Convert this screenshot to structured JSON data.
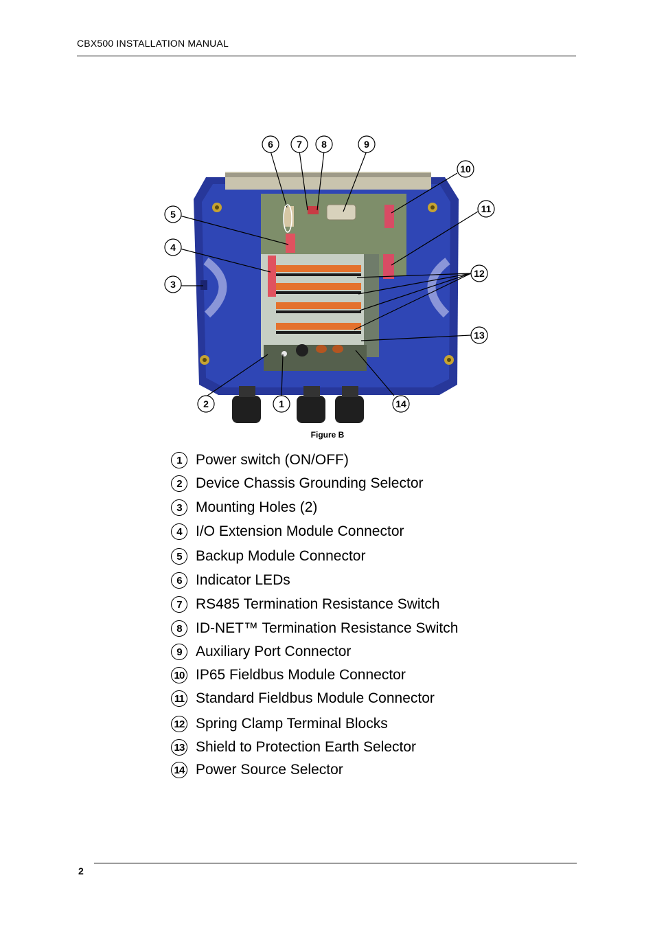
{
  "header": {
    "title": "CBX500 INSTALLATION MANUAL"
  },
  "figure": {
    "caption": "Figure B",
    "callouts": [
      "1",
      "2",
      "3",
      "4",
      "5",
      "6",
      "7",
      "8",
      "9",
      "10",
      "11",
      "12",
      "13",
      "14"
    ]
  },
  "legend": [
    {
      "num": "1",
      "text": "Power switch (ON/OFF)"
    },
    {
      "num": "2",
      "text": "Device Chassis Grounding Selector"
    },
    {
      "num": "3",
      "text": "Mounting Holes (2)"
    },
    {
      "num": "4",
      "text": "I/O Extension Module Connector"
    },
    {
      "num": "5",
      "text": "Backup Module Connector"
    },
    {
      "num": "6",
      "text": "Indicator LEDs"
    },
    {
      "num": "7",
      "text": "RS485 Termination Resistance Switch"
    },
    {
      "num": "8",
      "text": "ID-NET™ Termination Resistance Switch"
    },
    {
      "num": "9",
      "text": "Auxiliary Port Connector"
    },
    {
      "num": "10",
      "text": "IP65 Fieldbus Module Connector"
    },
    {
      "num": "11",
      "text": "Standard Fieldbus Module Connector"
    },
    {
      "num": "12",
      "text": "Spring Clamp Terminal Blocks"
    },
    {
      "num": "13",
      "text": "Shield to Protection Earth Selector"
    },
    {
      "num": "14",
      "text": "Power Source Selector"
    }
  ],
  "footer": {
    "page_number": "2"
  }
}
